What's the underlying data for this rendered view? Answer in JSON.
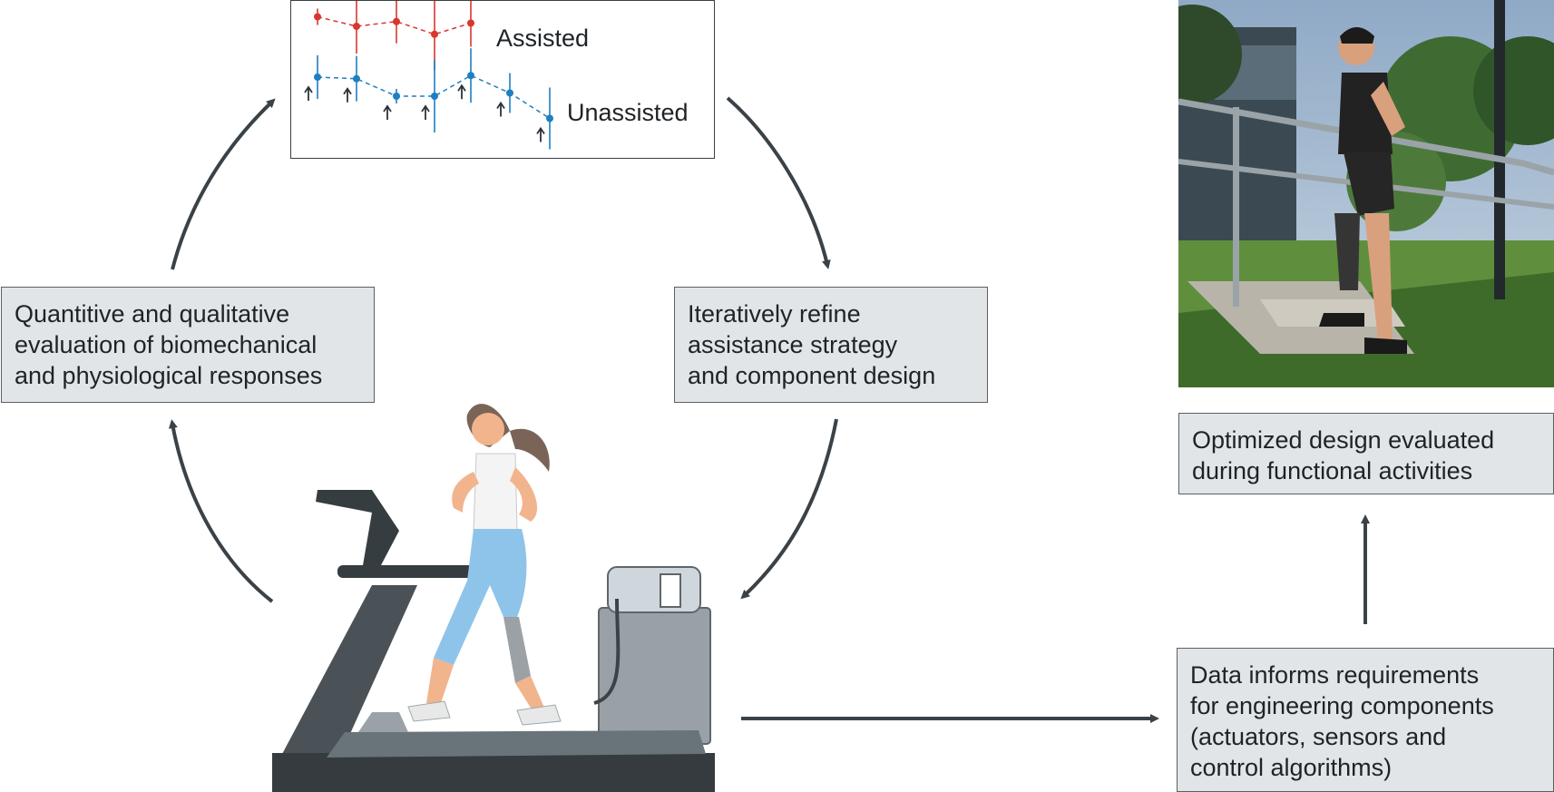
{
  "cycle_boxes": {
    "evaluation": [
      "Quantitive and qualitative",
      "evaluation of biomechanical",
      "and physiological responses"
    ],
    "refine": [
      "Iteratively refine",
      "assistance strategy",
      "and component design"
    ]
  },
  "side_boxes": {
    "optimized": [
      "Optimized design evaluated",
      "during functional activities"
    ],
    "data": [
      "Data informs requirements",
      "for engineering components",
      "(actuators, sensors and",
      "control algorithms)"
    ]
  },
  "chart_data": {
    "type": "scatter",
    "series": [
      {
        "name": "Assisted",
        "color": "#d8372f",
        "values": [
          0.9,
          0.84,
          0.87,
          0.79,
          0.86
        ]
      },
      {
        "name": "Unassisted",
        "color": "#1f7fc1",
        "values": [
          0.52,
          0.51,
          0.4,
          0.4,
          0.53,
          0.42,
          0.26
        ]
      }
    ],
    "title": "",
    "xlabel": "",
    "ylabel": ""
  },
  "colors": {
    "arrow": "#3a4248",
    "box_fill": "#e2e5e7",
    "skin": "#f2b48c",
    "leggings": "#8fc4ea",
    "treadmill": "#4a5257"
  }
}
